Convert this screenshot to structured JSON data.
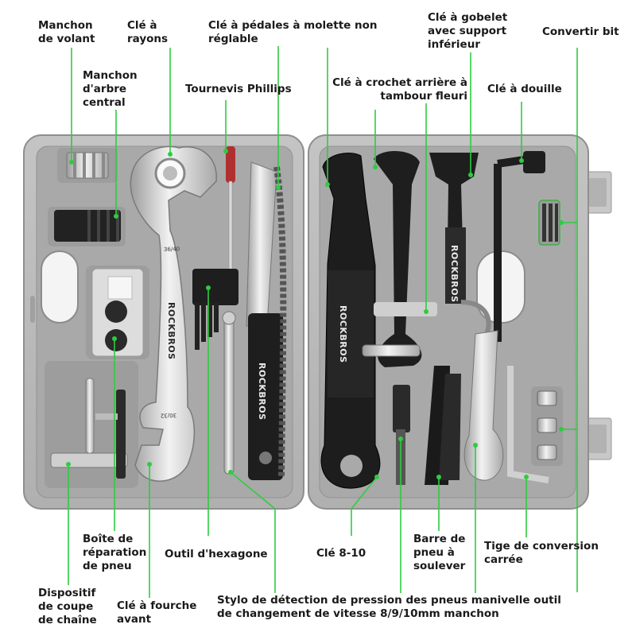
{
  "labels": {
    "manchon_volant": "Manchon\nde volant",
    "cle_rayons": "Clé à\nrayons",
    "cle_pedales": "Clé à pédales à molette non\nréglable",
    "cle_gobelet": "Clé à gobelet\navec support\ninférieur",
    "convertir_bit": "Convertir bit",
    "manchon_arbre": "Manchon\nd'arbre\ncentral",
    "tournevis": "Tournevis Phillips",
    "cle_crochet": "Clé à crochet arrière à\ntambour fleuri",
    "cle_douille": "Clé à douille",
    "boite_reparation": "Boîte de\nréparation\nde pneu",
    "outil_hexagone": "Outil d'hexagone",
    "cle_8_10": "Clé 8-10",
    "barre_pneu": "Barre de\npneu à\nsoulever",
    "tige_conversion": "Tige de conversion\ncarrée",
    "coupe_chaine": "Dispositif\nde coupe\nde chaîne",
    "cle_fourche": "Clé à fourche\navant",
    "stylo_pression": "Stylo de détection de pression des pneus manivelle outil\nde changement de vitesse 8/9/10mm manchon"
  },
  "tool_markings": {
    "brand": "ROCKBROS",
    "size_top": "36/40",
    "size_bottom": "30/32"
  },
  "colors": {
    "case_gray": "#b9b9b9",
    "tray_gray": "#a6a6a6",
    "leader_green": "#2ecc40",
    "tool_black": "#1c1c1c",
    "chrome": "#d8d8d8"
  }
}
